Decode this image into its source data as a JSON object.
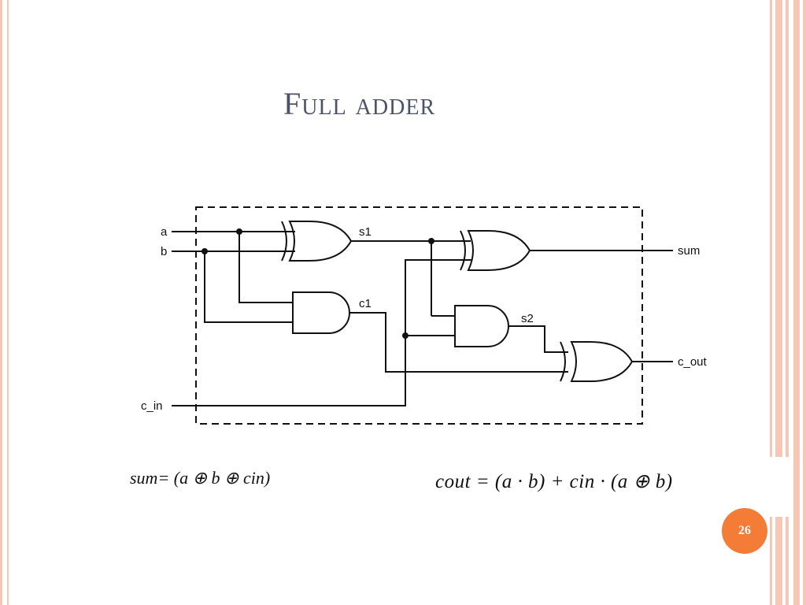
{
  "slide": {
    "title": "Full adder",
    "page_number": "26"
  },
  "diagram": {
    "inputs": {
      "a": "a",
      "b": "b",
      "c_in": "c_in"
    },
    "outputs": {
      "sum": "sum",
      "c_out": "c_out"
    },
    "signals": {
      "s1": "s1",
      "c1": "c1",
      "s2": "s2"
    }
  },
  "equations": {
    "sum": "sum=  (a ⊕ b ⊕ cin)",
    "cout": "cout  =  (a · b) + cin · (a ⊕ b)"
  },
  "colors": {
    "title": "#4d5366",
    "badge": "#f47c36",
    "border": "#f6c7b4"
  }
}
